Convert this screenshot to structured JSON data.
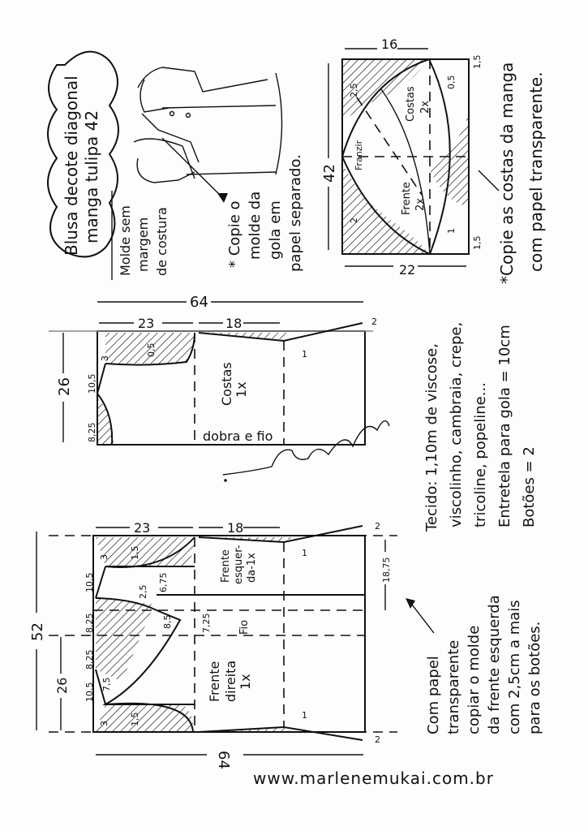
{
  "title": {
    "line1": "Blusa decote diagonal",
    "line2": "manga tulipa 42"
  },
  "note_seam": {
    "line1": "Molde sem",
    "line2": "margem",
    "line3": "de costura"
  },
  "note_collar": {
    "line1": "* Copie o",
    "line2": "molde da",
    "line3": "gola em",
    "line4": "papel separado."
  },
  "sleeve": {
    "dim_length": "42",
    "dim_top": "16",
    "dim_bottom": "22",
    "label_back": "Costas",
    "label_back_qty": "2x",
    "label_front": "Frente",
    "label_front_qty": "2x",
    "label_gather": "Franzir",
    "m_2_5": "2,5",
    "m_0_5": "0,5",
    "m_1_5_top": "1,5",
    "m_1_5_bottom": "1,5",
    "m_2": "2",
    "m_1": "1"
  },
  "note_sleeve": {
    "line1": "*Copie as costas da manga",
    "line2": "com papel transparente."
  },
  "back": {
    "dim_total": "64",
    "dim_23": "23",
    "dim_18": "18",
    "dim_26": "26",
    "m_3": "3",
    "m_0_5": "0,5",
    "m_10_5": "10,5",
    "m_8_25": "8,25",
    "m_1": "1",
    "m_2": "2",
    "label": "Costas",
    "qty": "1x",
    "fold": "dobra e fio"
  },
  "signature": "Marlene Mukai",
  "fabric": {
    "line1": "Tecido: 1,10m  de viscose,",
    "line2": "viscolinho, cambraia, crepe,",
    "line3": "tricoline, popeline...",
    "line4": "Entretela  para gola = 10cm",
    "line5": "Botões = 2"
  },
  "front": {
    "dim_52": "52",
    "dim_26": "26",
    "dim_23": "23",
    "dim_18": "18",
    "dim_64": "64",
    "dim_18_75": "18,75",
    "m_3_top": "3",
    "m_3_bottom": "3",
    "m_1_5_top": "1,5",
    "m_1_5_bottom": "1,5",
    "m_10_5_top": "10,5",
    "m_10_5_bottom": "10,5",
    "m_8_25_a": "8,25",
    "m_8_25_b": "8,25",
    "m_6_75": "6,75",
    "m_7_25": "7,25",
    "m_7_5": "7,5",
    "m_8_5": "8,5",
    "m_2_5": "2,5",
    "m_1_top": "1",
    "m_1_bottom": "1",
    "m_2_top": "2",
    "m_2_bottom": "2",
    "label_left": "Frente",
    "label_left2": "esquer-",
    "label_left3": "da-1x",
    "label_right": "Frente",
    "label_right2": "direita",
    "label_right3": "1x",
    "grain": "Fio"
  },
  "note_front": {
    "line1": "Com papel",
    "line2": "transparente",
    "line3": "copiar o molde",
    "line4": "da frente esquerda",
    "line5": "com 2,5cm a mais",
    "line6": "para os botões."
  },
  "website": "www.marlenemukai.com.br"
}
